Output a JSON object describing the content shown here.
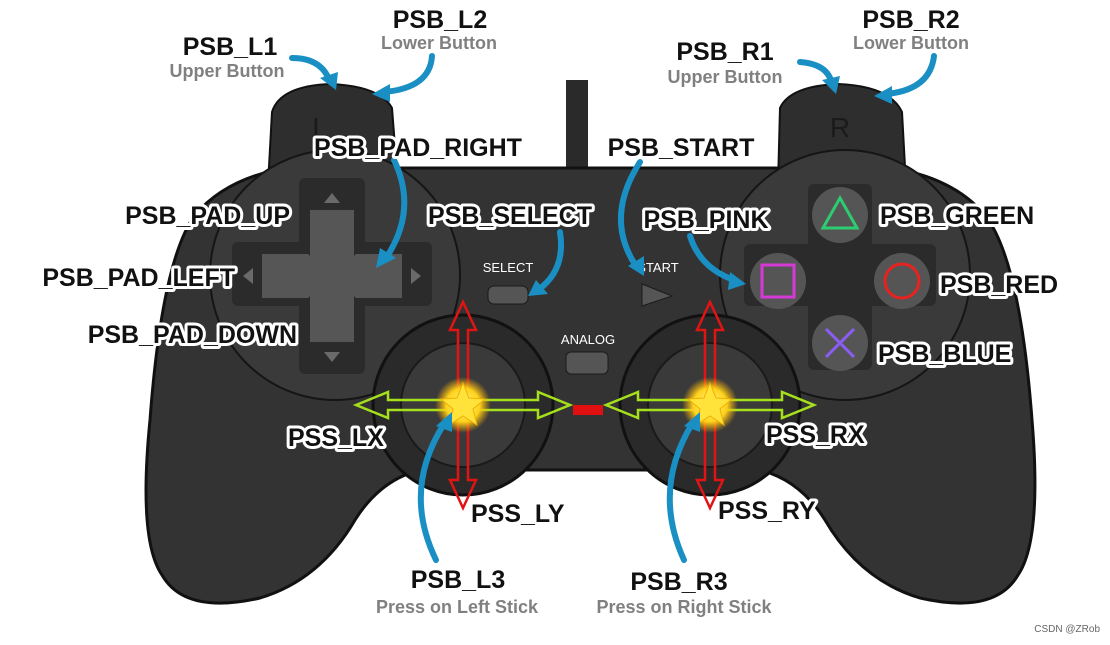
{
  "labels": {
    "l1": "PSB_L1",
    "l1_sub": "Upper Button",
    "l2": "PSB_L2",
    "l2_sub": "Lower Button",
    "r1": "PSB_R1",
    "r1_sub": "Upper Button",
    "r2": "PSB_R2",
    "r2_sub": "Lower Button",
    "pad_right": "PSB_PAD_RIGHT",
    "pad_up": "PSB_PAD_UP",
    "pad_left": "PSB_PAD_LEFT",
    "pad_down": "PSB_PAD_DOWN",
    "start": "PSB_START",
    "select": "PSB_SELECT",
    "pink": "PSB_PINK",
    "green": "PSB_GREEN",
    "red": "PSB_RED",
    "blue": "PSB_BLUE",
    "lx": "PSS_LX",
    "ly": "PSS_LY",
    "rx": "PSS_RX",
    "ry": "PSS_RY",
    "l3": "PSB_L3",
    "l3_sub": "Press on Left Stick",
    "r3": "PSB_R3",
    "r3_sub": "Press on Right Stick"
  },
  "device": {
    "select_text": "SELECT",
    "start_text": "START",
    "analog_text": "ANALOG",
    "l_letter": "L",
    "r_letter": "R"
  },
  "watermark": "CSDN @ZRob",
  "colors": {
    "body": "#333333",
    "triangle": "#2ecc71",
    "circle": "#e8231f",
    "cross": "#8b5cf6",
    "square": "#d63ad6",
    "callout_arrow": "#1a8fc4",
    "axis_arrow_vertical": "#e11414",
    "axis_arrow_horizontal": "#a6e01c"
  }
}
